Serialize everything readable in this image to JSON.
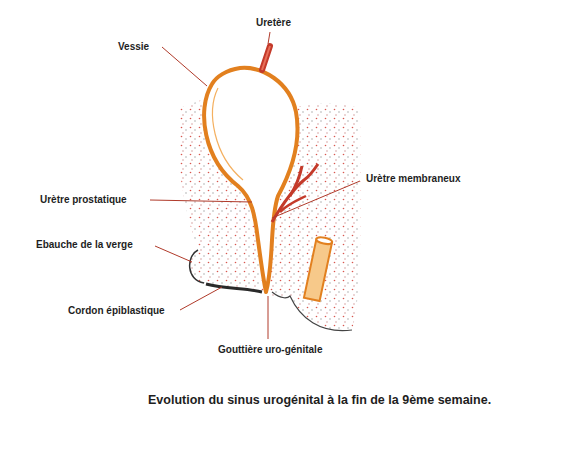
{
  "diagram": {
    "caption": "Evolution du sinus urogénital à la fin de la 9ème semaine.",
    "labels": [
      "Vessie",
      "Uretère",
      "Urètre prostatique",
      "Urètre membraneux",
      "Ebauche de la verge",
      "Cordon épiblastique",
      "Gouttière uro-génitale"
    ]
  }
}
